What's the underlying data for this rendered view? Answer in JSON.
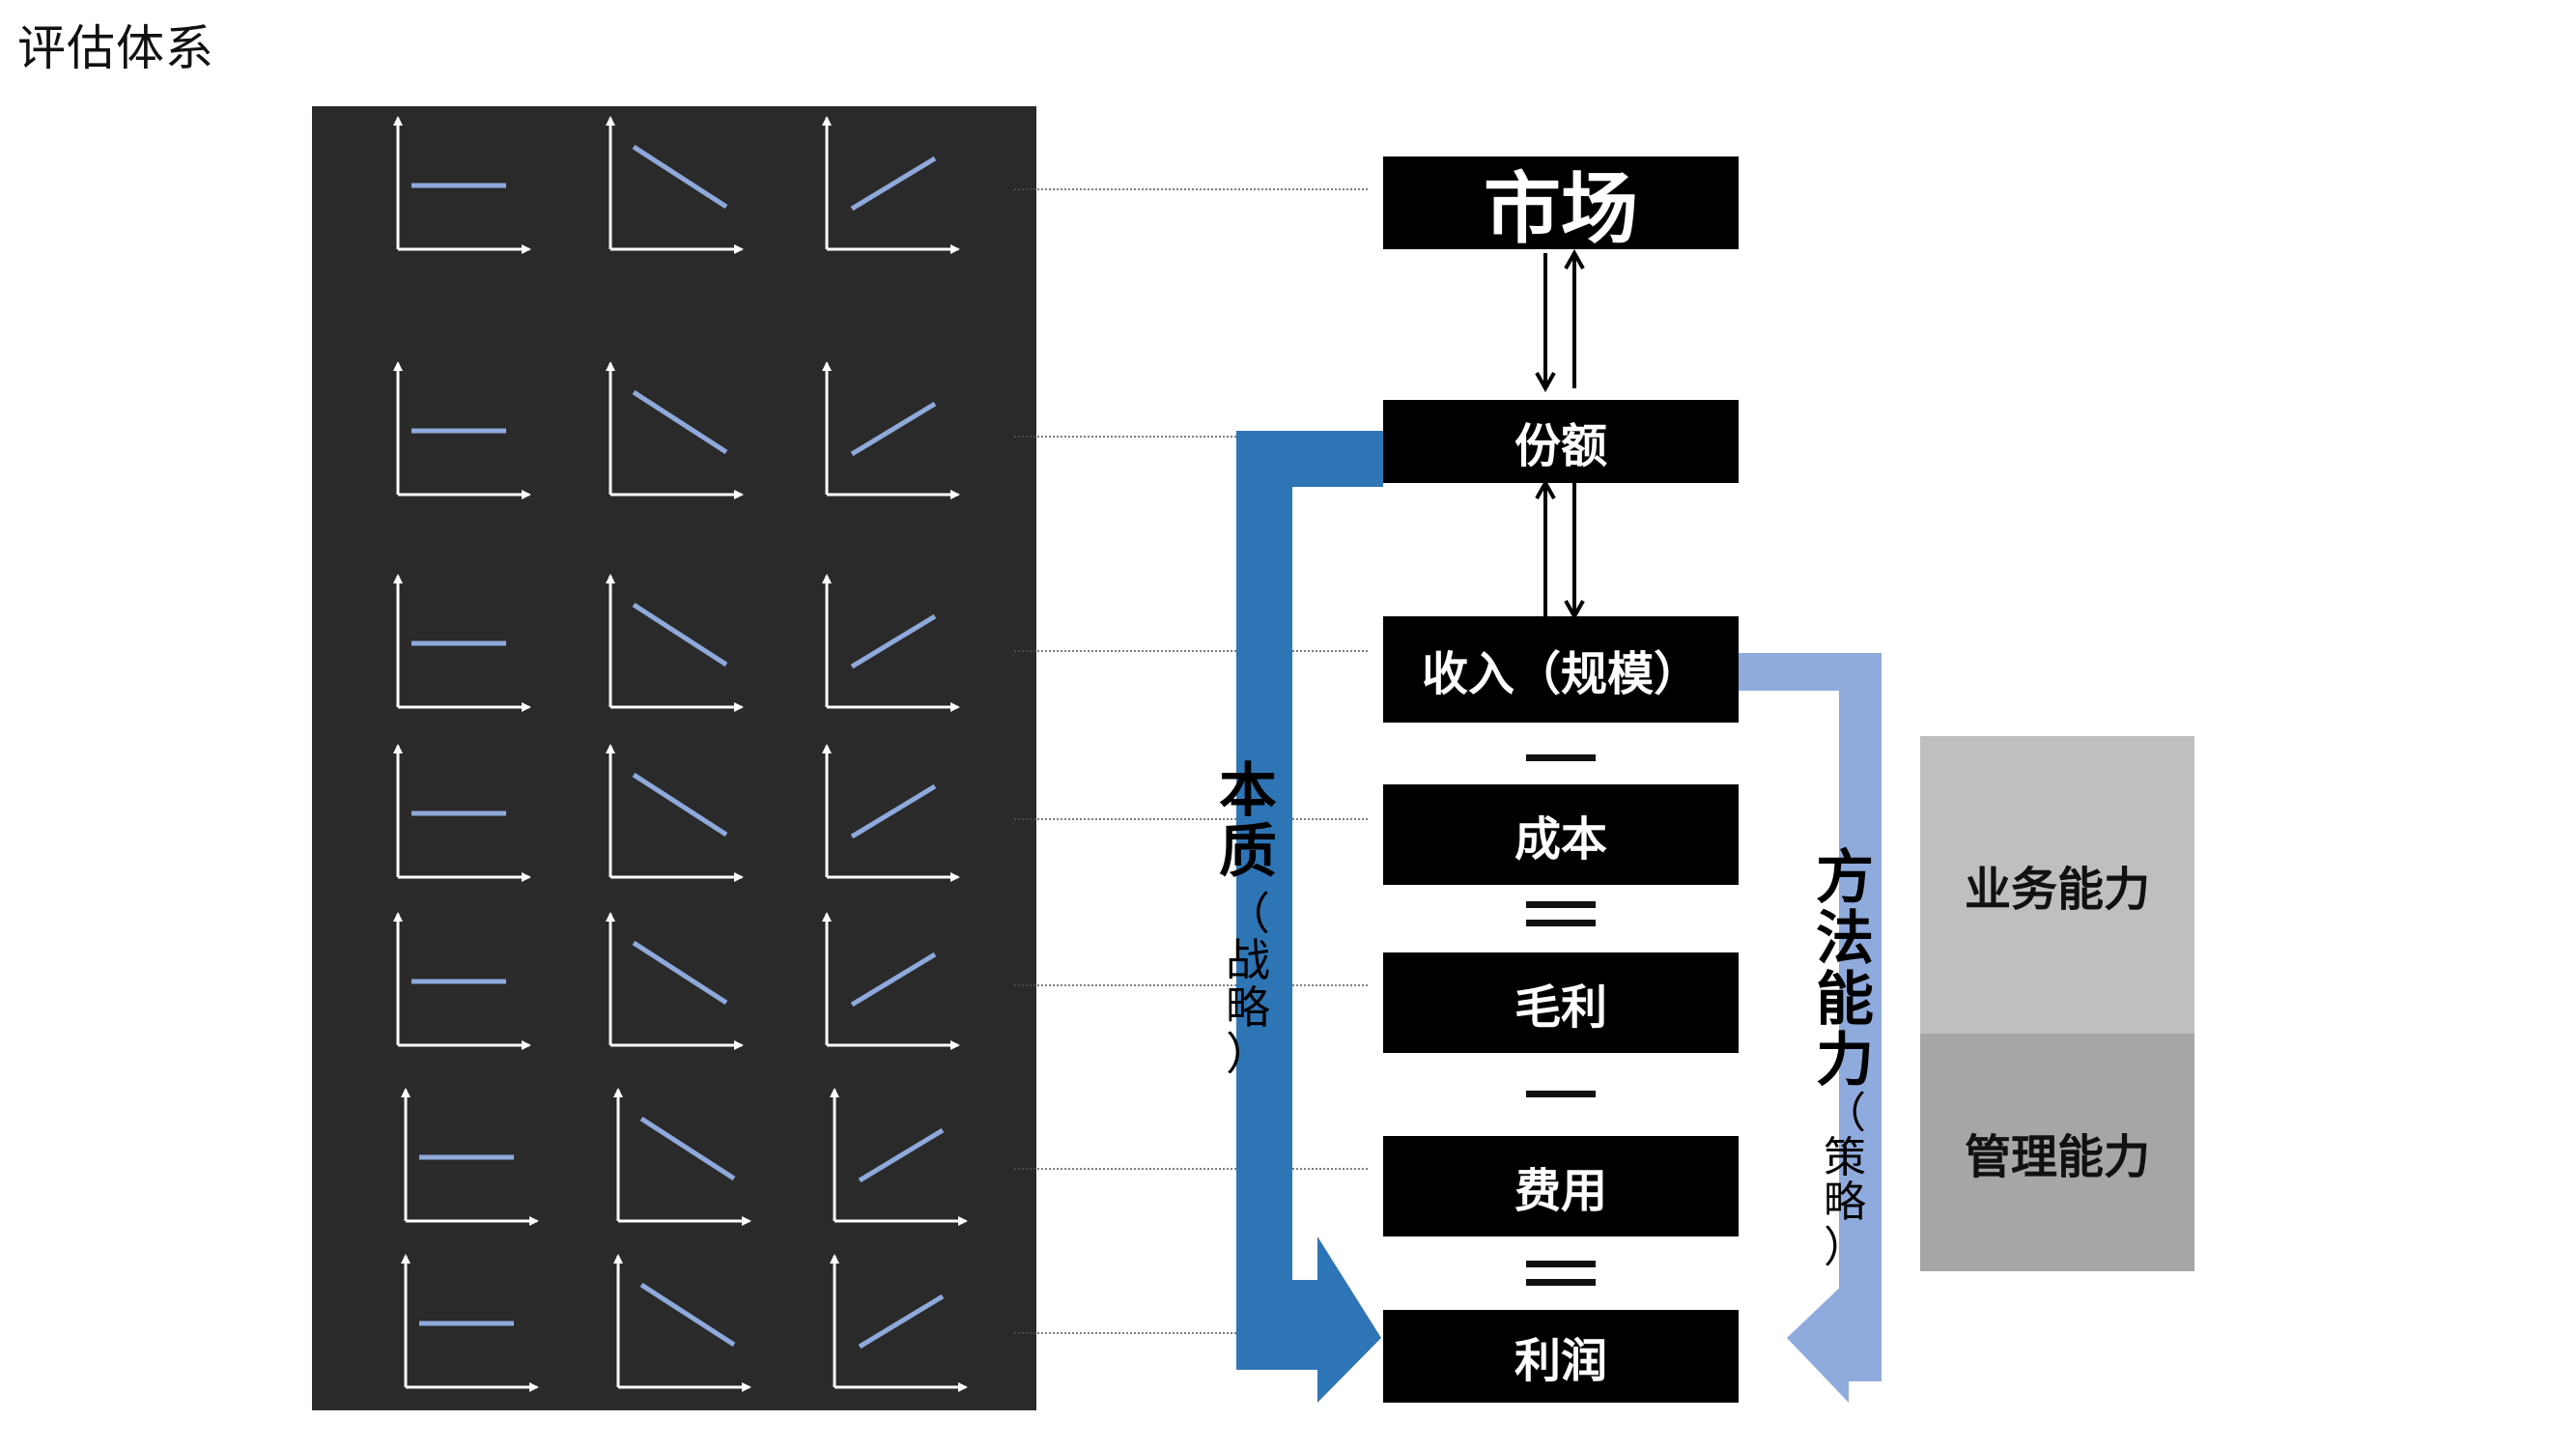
{
  "page_title": "评估体系",
  "flow": {
    "market": "市场",
    "share": "份额",
    "revenue": "收入（规模）",
    "cost": "成本",
    "gross_profit": "毛利",
    "expense": "费用",
    "profit": "利润"
  },
  "left_label": {
    "main": [
      "本",
      "质"
    ],
    "sub": [
      "（",
      "战",
      "略",
      "）"
    ]
  },
  "right_label": {
    "main": [
      "方",
      "法",
      "能",
      "力"
    ],
    "sub": [
      "（",
      "策",
      "略",
      "）"
    ]
  },
  "capabilities": {
    "business": "业务能力",
    "management": "管理能力"
  },
  "trend_grid": {
    "columns": [
      "flat",
      "decreasing",
      "increasing"
    ],
    "rows": 7
  },
  "colors": {
    "panel_bg": "#2a2a2a",
    "trend_line": "#8ea9db",
    "strategy_arrow": "#2e75b6",
    "method_arrow": "#8faadc",
    "business_box": "#bfbfbf",
    "management_box": "#a6a6a6"
  }
}
